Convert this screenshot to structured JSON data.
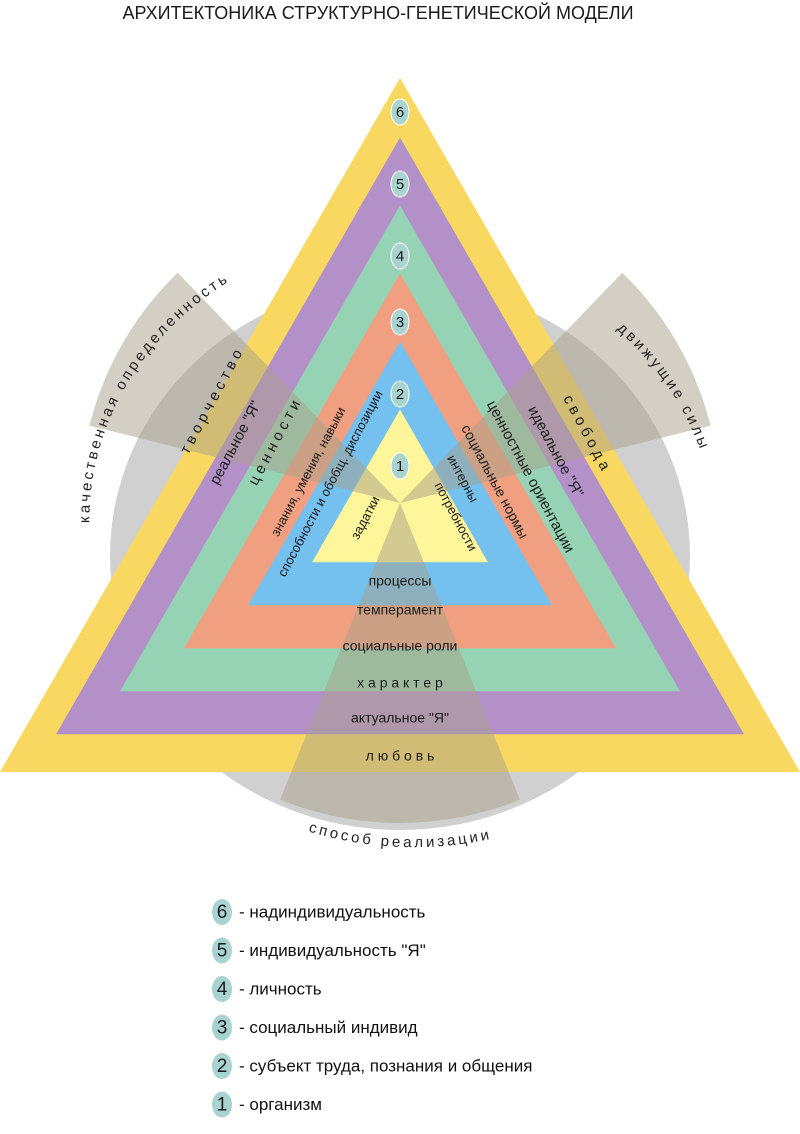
{
  "title": "АРХИТЕКТОНИКА СТРУКТУРНО-ГЕНЕТИЧЕСКОЙ МОДЕЛИ",
  "circle_labels": {
    "left": "качественная определенность",
    "right": "движущие силы",
    "bottom": "способ реализации"
  },
  "levels": [
    {
      "number": "1",
      "color": "#fff59a",
      "left": "задатки",
      "right": "потребности",
      "bottom": "процессы"
    },
    {
      "number": "2",
      "color": "#74c0ee",
      "left": "способности и обобщ. диспозиции",
      "right": "интерны",
      "bottom": "темперамент"
    },
    {
      "number": "3",
      "color": "#f0a080",
      "left": "знания, умения, навыки",
      "right": "социальные нормы",
      "bottom": "социальные роли"
    },
    {
      "number": "4",
      "color": "#96d2b4",
      "left": "ц е н н о с т и",
      "right": "ценностные ориентации",
      "bottom": "х а р а к т е р"
    },
    {
      "number": "5",
      "color": "#b490c8",
      "left": "реальное \"Я\"",
      "right": "идеальное \"Я\"",
      "bottom": "актуальное \"Я\""
    },
    {
      "number": "6",
      "color": "#f8d860",
      "left": "т в о р ч е с т в о",
      "right": "с в о б о д а",
      "bottom": "л ю б о в ь"
    }
  ],
  "legend": [
    {
      "number": "6",
      "text": "- надиндивидуальность"
    },
    {
      "number": "5",
      "text": "- индивидуальность \"Я\""
    },
    {
      "number": "4",
      "text": "- личность"
    },
    {
      "number": "3",
      "text": "- социальный индивид"
    },
    {
      "number": "2",
      "text": "- субъект труда, познания и общения"
    },
    {
      "number": "1",
      "text": "- организм"
    }
  ],
  "colors": {
    "badge": "#a9d3cf",
    "circle": "#c8c8c8"
  }
}
